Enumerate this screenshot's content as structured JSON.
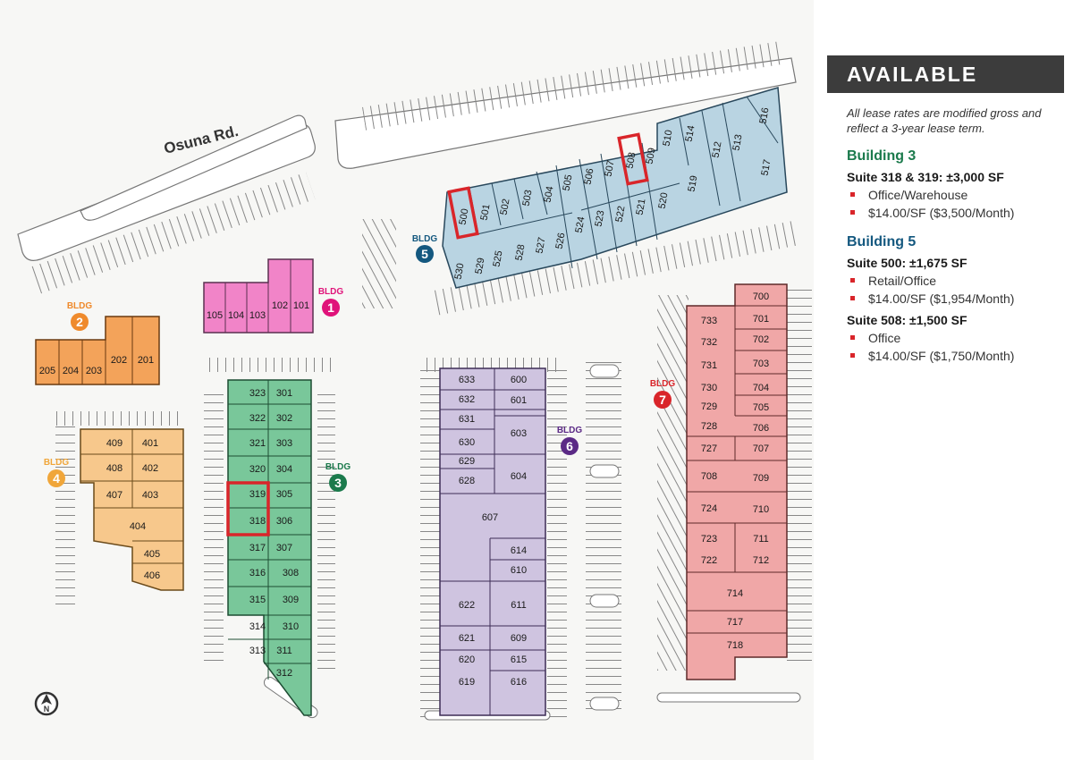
{
  "map": {
    "street_label": "Osuna Rd.",
    "bldg_word": "BLDG",
    "buildings": [
      {
        "num": "1",
        "color": "#e0137a"
      },
      {
        "num": "2",
        "color": "#ef8a2c"
      },
      {
        "num": "3",
        "color": "#1b7a4c"
      },
      {
        "num": "4",
        "color": "#f0a63a"
      },
      {
        "num": "5",
        "color": "#14587f"
      },
      {
        "num": "6",
        "color": "#5b2a86"
      },
      {
        "num": "7",
        "color": "#d9252a"
      }
    ],
    "units": {
      "b1": [
        "105",
        "104",
        "103",
        "102",
        "101"
      ],
      "b2": [
        "205",
        "204",
        "203",
        "202",
        "201"
      ],
      "b3": [
        "323",
        "301",
        "322",
        "302",
        "321",
        "303",
        "320",
        "304",
        "319",
        "305",
        "318",
        "306",
        "317",
        "307",
        "316",
        "308",
        "315",
        "309",
        "314",
        "310",
        "313",
        "311",
        "312"
      ],
      "b4": [
        "409",
        "401",
        "408",
        "402",
        "407",
        "403",
        "404",
        "405",
        "406"
      ],
      "b5": [
        "500",
        "501",
        "502",
        "503",
        "504",
        "505",
        "506",
        "507",
        "508",
        "509",
        "510",
        "514",
        "512",
        "513",
        "516",
        "517",
        "519",
        "520",
        "521",
        "522",
        "523",
        "524",
        "526",
        "527",
        "528",
        "525",
        "529",
        "530"
      ],
      "b6": [
        "633",
        "600",
        "632",
        "601",
        "631",
        "630",
        "603",
        "629",
        "628",
        "604",
        "607",
        "614",
        "610",
        "622",
        "611",
        "621",
        "609",
        "620",
        "615",
        "619",
        "616"
      ],
      "b7": [
        "700",
        "733",
        "701",
        "732",
        "702",
        "731",
        "703",
        "730",
        "704",
        "729",
        "705",
        "728",
        "706",
        "727",
        "707",
        "708",
        "709",
        "724",
        "710",
        "723",
        "711",
        "722",
        "712",
        "714",
        "717",
        "718"
      ]
    },
    "highlight_color": "#d9252a",
    "north_icon": "north-arrow-icon"
  },
  "panel": {
    "title": "AVAILABLE",
    "intro": "All lease rates are modified gross and reflect a 3-year lease term.",
    "sections": [
      {
        "building": "Building 3",
        "color": "#1b7a4c",
        "suites": [
          {
            "heading": "Suite 318 & 319:  ±3,000 SF",
            "details": [
              "Office/Warehouse",
              "$14.00/SF ($3,500/Month)"
            ]
          }
        ]
      },
      {
        "building": "Building 5",
        "color": "#14587f",
        "suites": [
          {
            "heading": "Suite 500:  ±1,675 SF",
            "details": [
              "Retail/Office",
              "$14.00/SF ($1,954/Month)"
            ]
          },
          {
            "heading": "Suite 508:  ±1,500 SF",
            "details": [
              "Office",
              "$14.00/SF ($1,750/Month)"
            ]
          }
        ]
      }
    ]
  }
}
